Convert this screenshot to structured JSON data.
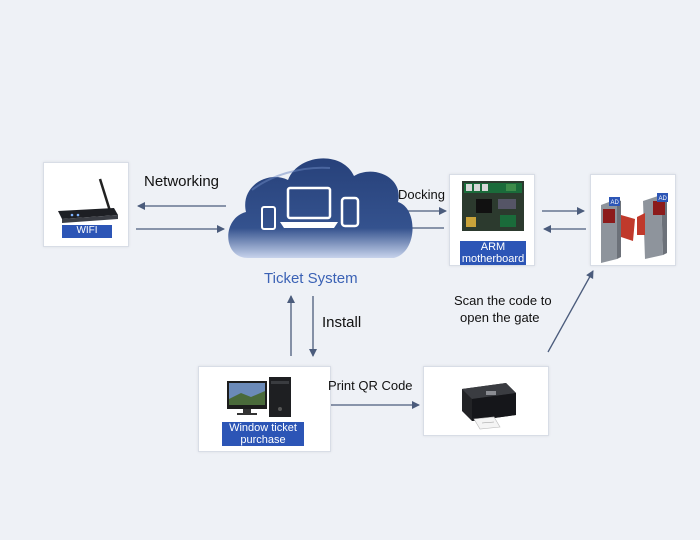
{
  "nodes": {
    "wifi": {
      "label": "WIFI"
    },
    "cloud": {
      "caption": "Ticket System"
    },
    "arm": {
      "label_line1": "ARM",
      "label_line2": "motherboard"
    },
    "gate": {
      "tag_text": "AD"
    },
    "window": {
      "label_line1": "Window ticket",
      "label_line2": "purchase"
    },
    "printer": {}
  },
  "edges": {
    "networking": "Networking",
    "docking": "Docking",
    "install": "Install",
    "print_qr": "Print QR Code",
    "scan_line1": "Scan the code to",
    "scan_line2": "open the gate"
  },
  "colors": {
    "arrow": "#4b5c7c",
    "accent": "#2c55b6",
    "caption": "#3b62b5",
    "cloud_dark": "#1d2d55",
    "cloud_light": "#b9c8e6"
  }
}
